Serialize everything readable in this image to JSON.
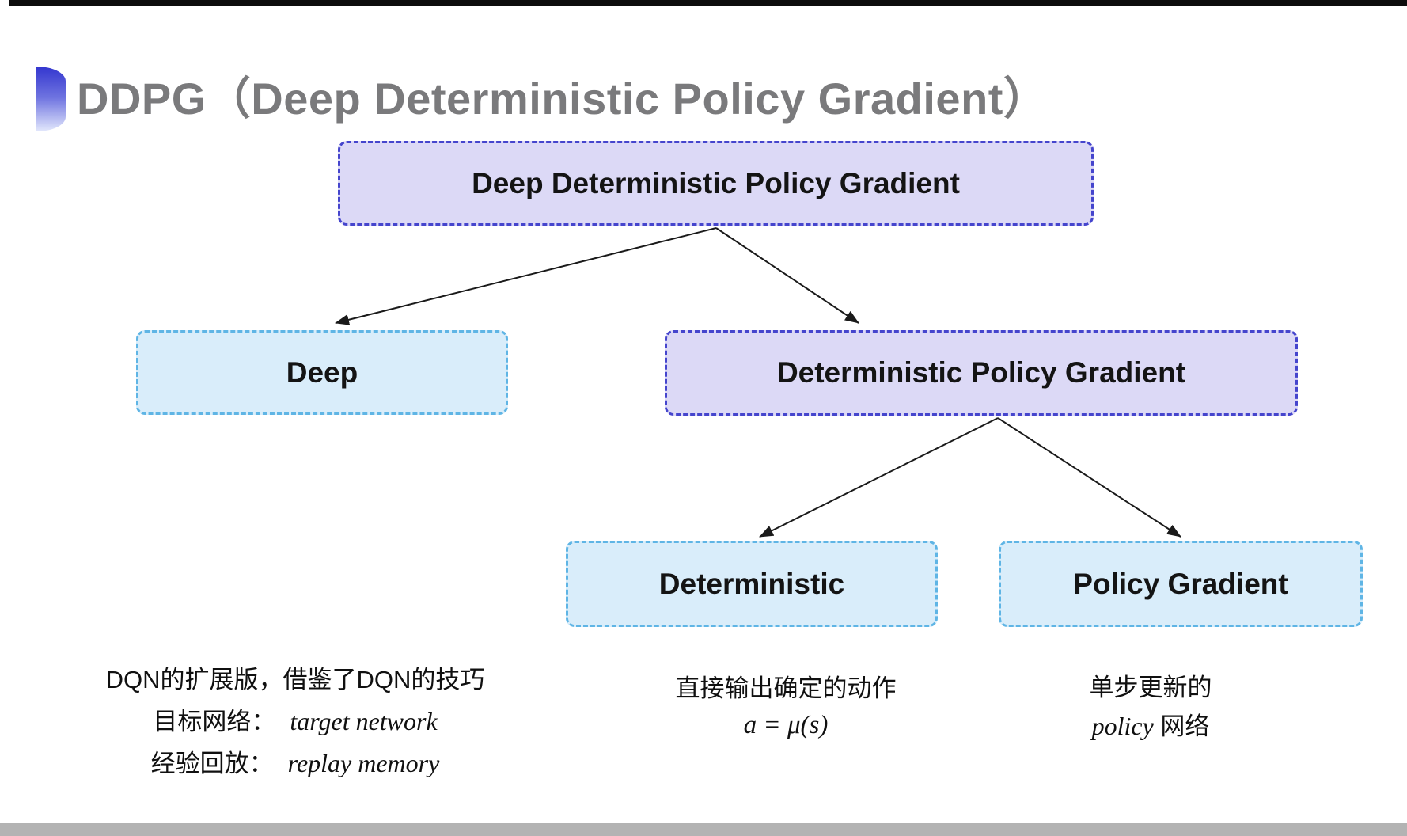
{
  "title": {
    "text": "DDPG（Deep Deterministic Policy Gradient）"
  },
  "tree": {
    "root": {
      "label": "Deep Deterministic Policy Gradient"
    },
    "deep": {
      "label": "Deep"
    },
    "dpg": {
      "label": "Deterministic Policy Gradient"
    },
    "deterministic": {
      "label": "Deterministic"
    },
    "policy_gradient": {
      "label": "Policy Gradient"
    },
    "edges": [
      {
        "from": "root",
        "to": "deep"
      },
      {
        "from": "root",
        "to": "dpg"
      },
      {
        "from": "dpg",
        "to": "deterministic"
      },
      {
        "from": "dpg",
        "to": "policy_gradient"
      }
    ]
  },
  "notes": {
    "deep": {
      "line1": "DQN的扩展版，借鉴了DQN的技巧",
      "target_label": "目标网络：",
      "target_value": "target network",
      "replay_label": "经验回放：",
      "replay_value": "replay memory"
    },
    "deterministic": {
      "line1": "直接输出确定的动作",
      "formula": "a = μ(s)"
    },
    "policy_gradient": {
      "line1": "单步更新的",
      "line2_italic": "policy",
      "line2_suffix": " 网络"
    }
  },
  "colors": {
    "purple_fill": "#dcd9f6",
    "purple_border": "#4545cd",
    "blue_fill": "#d9edfa",
    "blue_border": "#5fb5e5",
    "title_gray": "#7a7a7c",
    "icon_gradient_top": "#3336cf",
    "arrow": "#1a1a1a"
  }
}
